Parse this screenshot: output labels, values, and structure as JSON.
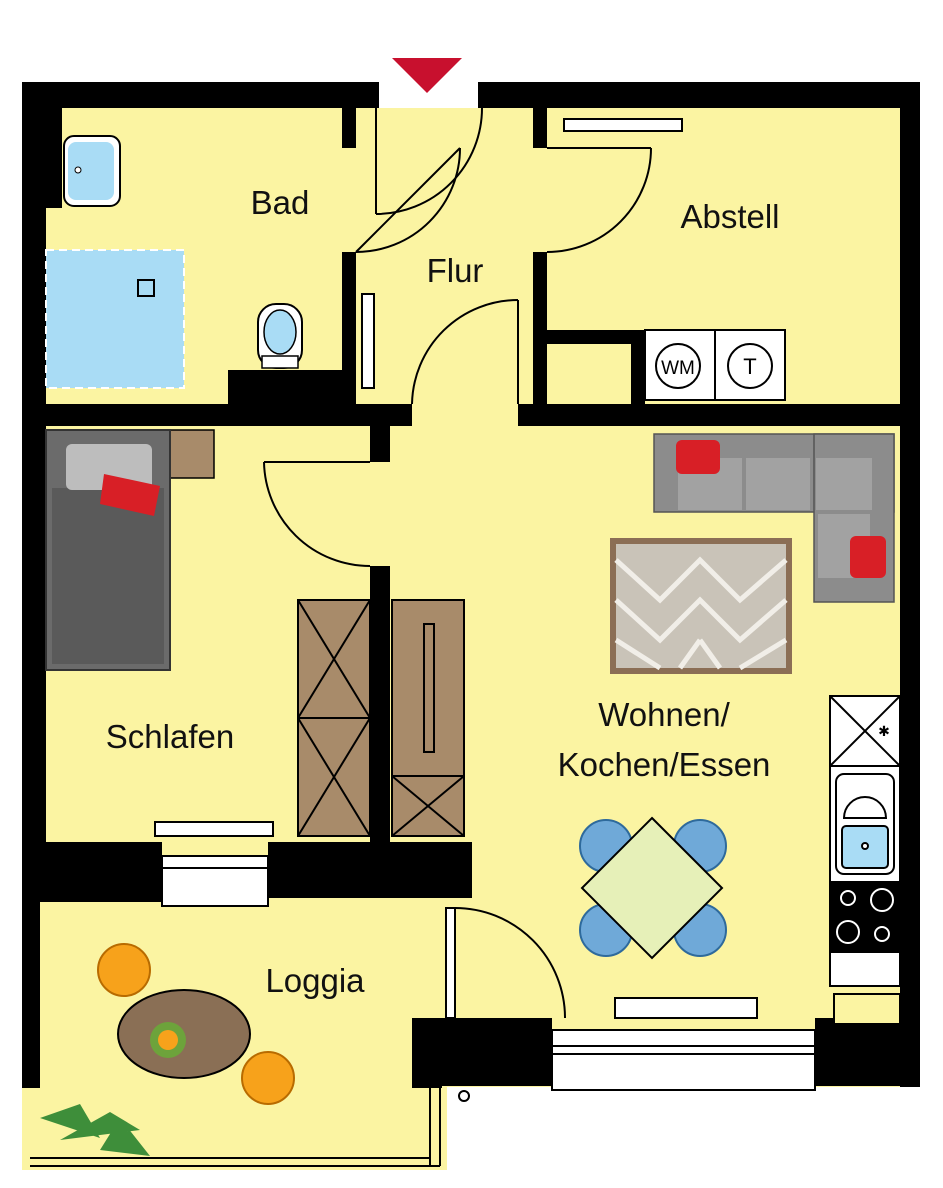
{
  "colors": {
    "floor": "#FBF4A2",
    "wall": "#000000",
    "entrance_marker": "#C8102E",
    "accent_red": "#D81F26",
    "water_blue": "#A9DCF5",
    "sofa_gray": "#8C8C8C",
    "wardrobe_brown": "#A88B6A",
    "chair_blue": "#6FA9D8",
    "chair_orange": "#F7A21B",
    "table_wood": "#8A6F55",
    "plant_green": "#3E8E3A"
  },
  "rooms": {
    "bad": "Bad",
    "flur": "Flur",
    "abstell": "Abstell",
    "schlafen": "Schlafen",
    "wohnen_line1": "Wohnen/",
    "wohnen_line2": "Kochen/Essen",
    "loggia": "Loggia"
  },
  "appliances": {
    "washing_machine": "WM",
    "dryer": "T"
  },
  "icons": {
    "entrance": "entrance-triangle-icon",
    "hob": "hob-icon",
    "sink": "kitchen-sink-icon",
    "fridge": "fridge-icon"
  }
}
